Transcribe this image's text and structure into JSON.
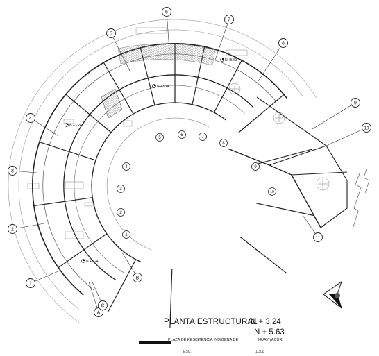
{
  "title_block": {
    "drawing_title": "PLANTA ESTRUCTURAL",
    "level_1": "N + 3.24",
    "level_2": "N + 5.63",
    "project_name_a": "PLAZA DE RESISTENCIA INDIGENA DE",
    "project_name_b": "HUAYNACURI",
    "scale_label": "ESC.",
    "scale_value": "1/300"
  },
  "level_markers": {
    "upper_left": "N +3.24",
    "center": "N +3.24",
    "upper_right": "N +5.63",
    "lower": "N +3.24"
  },
  "grid_axes": [
    {
      "label": "1"
    },
    {
      "label": "2"
    },
    {
      "label": "3"
    },
    {
      "label": "4"
    },
    {
      "label": "5"
    },
    {
      "label": "6"
    },
    {
      "label": "7"
    },
    {
      "label": "8"
    },
    {
      "label": "9"
    },
    {
      "label": "10"
    },
    {
      "label": "11"
    },
    {
      "label": "A"
    },
    {
      "label": "B"
    },
    {
      "label": "C"
    }
  ]
}
